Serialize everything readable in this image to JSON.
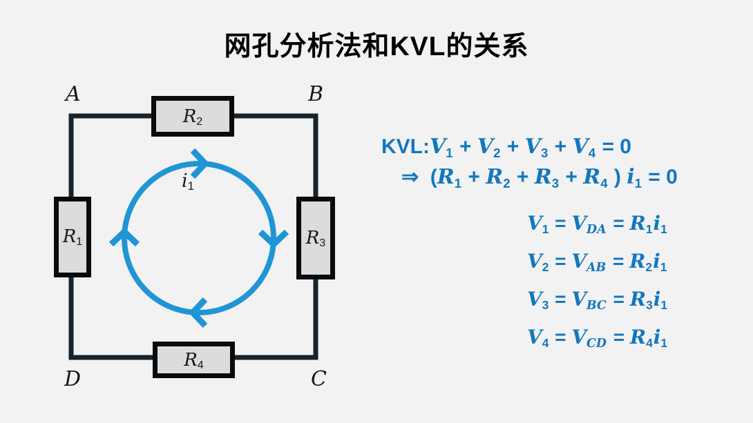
{
  "title": {
    "text": "网孔分析法和KVL的关系"
  },
  "colors": {
    "background": "#f2f2f2",
    "title_text": "#000000",
    "wire": "#16242e",
    "resistor_fill": "#dcdcdc",
    "resistor_border": "#0a0a0a",
    "loop_arrow": "#2095d5",
    "equation_text": "#1377bd",
    "label_text": "#161616"
  },
  "circuit": {
    "nodes": [
      {
        "label": "A"
      },
      {
        "label": "B"
      },
      {
        "label": "C"
      },
      {
        "label": "D"
      }
    ],
    "resistors": [
      {
        "name": "R1",
        "segments": [
          {
            "t": "R",
            "k": "m"
          },
          {
            "t": "1",
            "k": "ms"
          }
        ]
      },
      {
        "name": "R2",
        "segments": [
          {
            "t": "R",
            "k": "m"
          },
          {
            "t": "2",
            "k": "ms"
          }
        ]
      },
      {
        "name": "R3",
        "segments": [
          {
            "t": "R",
            "k": "m"
          },
          {
            "t": "3",
            "k": "ms"
          }
        ]
      },
      {
        "name": "R4",
        "segments": [
          {
            "t": "R",
            "k": "m"
          },
          {
            "t": "4",
            "k": "ms"
          }
        ]
      }
    ],
    "mesh_current": {
      "direction": "clockwise",
      "segments": [
        {
          "t": "i",
          "k": "m"
        },
        {
          "t": "1",
          "k": "ms"
        }
      ]
    }
  },
  "equations": {
    "kvl_line": [
      {
        "t": "KVL:",
        "k": "n"
      },
      {
        "t": "V",
        "k": "v"
      },
      {
        "t": "1",
        "k": "s"
      },
      {
        "t": " + ",
        "k": "n"
      },
      {
        "t": "V",
        "k": "v"
      },
      {
        "t": "2",
        "k": "s"
      },
      {
        "t": " + ",
        "k": "n"
      },
      {
        "t": "V",
        "k": "v"
      },
      {
        "t": "3",
        "k": "s"
      },
      {
        "t": " + ",
        "k": "n"
      },
      {
        "t": "V",
        "k": "v"
      },
      {
        "t": "4",
        "k": "s"
      },
      {
        "t": " = 0",
        "k": "n"
      }
    ],
    "implication_line": [
      {
        "t": "⇒  (",
        "k": "n"
      },
      {
        "t": "R",
        "k": "v"
      },
      {
        "t": "1",
        "k": "s"
      },
      {
        "t": " + ",
        "k": "n"
      },
      {
        "t": "R",
        "k": "v"
      },
      {
        "t": "2",
        "k": "s"
      },
      {
        "t": " + ",
        "k": "n"
      },
      {
        "t": "R",
        "k": "v"
      },
      {
        "t": "3",
        "k": "s"
      },
      {
        "t": " + ",
        "k": "n"
      },
      {
        "t": "R",
        "k": "v"
      },
      {
        "t": "4",
        "k": "s"
      },
      {
        "t": " ) ",
        "k": "n"
      },
      {
        "t": "i",
        "k": "v"
      },
      {
        "t": "1",
        "k": "s"
      },
      {
        "t": " = 0",
        "k": "n"
      }
    ],
    "v_equations": [
      {
        "segments": [
          {
            "t": "V",
            "k": "v"
          },
          {
            "t": "1",
            "k": "s"
          },
          {
            "t": " = ",
            "k": "n"
          },
          {
            "t": "V",
            "k": "v"
          },
          {
            "t": "DA",
            "k": "sv"
          },
          {
            "t": " = ",
            "k": "n"
          },
          {
            "t": "R",
            "k": "v"
          },
          {
            "t": "1",
            "k": "s"
          },
          {
            "t": "i",
            "k": "v"
          },
          {
            "t": "1",
            "k": "s"
          }
        ]
      },
      {
        "segments": [
          {
            "t": "V",
            "k": "v"
          },
          {
            "t": "2",
            "k": "s"
          },
          {
            "t": " = ",
            "k": "n"
          },
          {
            "t": "V",
            "k": "v"
          },
          {
            "t": "AB",
            "k": "sv"
          },
          {
            "t": " = ",
            "k": "n"
          },
          {
            "t": "R",
            "k": "v"
          },
          {
            "t": "2",
            "k": "s"
          },
          {
            "t": "i",
            "k": "v"
          },
          {
            "t": "1",
            "k": "s"
          }
        ]
      },
      {
        "segments": [
          {
            "t": "V",
            "k": "v"
          },
          {
            "t": "3",
            "k": "s"
          },
          {
            "t": " = ",
            "k": "n"
          },
          {
            "t": "V",
            "k": "v"
          },
          {
            "t": "BC",
            "k": "sv"
          },
          {
            "t": " = ",
            "k": "n"
          },
          {
            "t": "R",
            "k": "v"
          },
          {
            "t": "3",
            "k": "s"
          },
          {
            "t": "i",
            "k": "v"
          },
          {
            "t": "1",
            "k": "s"
          }
        ]
      },
      {
        "segments": [
          {
            "t": "V",
            "k": "v"
          },
          {
            "t": "4",
            "k": "s"
          },
          {
            "t": " = ",
            "k": "n"
          },
          {
            "t": "V",
            "k": "v"
          },
          {
            "t": "CD",
            "k": "sv"
          },
          {
            "t": " = ",
            "k": "n"
          },
          {
            "t": "R",
            "k": "v"
          },
          {
            "t": "4",
            "k": "s"
          },
          {
            "t": "i",
            "k": "v"
          },
          {
            "t": "1",
            "k": "s"
          }
        ]
      }
    ]
  }
}
